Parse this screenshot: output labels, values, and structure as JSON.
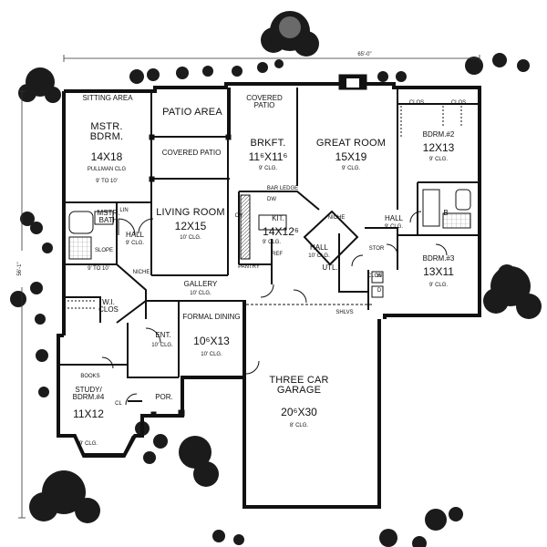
{
  "rooms": {
    "sitting_area": "SITTING AREA",
    "mstr_bdrm": {
      "name": "MSTR. BDRM.",
      "size": "14X18",
      "ceiling": "PULLMAN CLG",
      "note": "9' TO 10'"
    },
    "patio_area": "PATIO AREA",
    "covered_patio_top": "COVERED PATIO",
    "covered_patio_mid": "COVERED PATIO",
    "brkft": {
      "name": "BRKFT.",
      "size": "11⁶X11⁶",
      "ceiling": "9' CLG."
    },
    "great_room": {
      "name": "GREAT ROOM",
      "size": "15X19",
      "ceiling": "9' CLG."
    },
    "bdrm2": {
      "name": "BDRM.#2",
      "size": "12X13",
      "ceiling": "9' CLG."
    },
    "bdrm3": {
      "name": "BDRM.#3",
      "size": "13X11",
      "ceiling": "9' CLG."
    },
    "living_room": {
      "name": "LIVING ROOM",
      "size": "12X15",
      "ceiling": "10' CLG."
    },
    "kit": {
      "name": "KIT.",
      "size": "14X12⁶",
      "ceiling": "9' CLG."
    },
    "mstr_bath": "MSTR. BATH",
    "gallery": {
      "name": "GALLERY",
      "ceiling": "10' CLG."
    },
    "formal_dining": {
      "name": "FORMAL DINING",
      "size": "10⁶X13",
      "ceiling": "10' CLG."
    },
    "three_car_garage": {
      "name": "THREE CAR GARAGE",
      "size": "20⁶X30",
      "ceiling": "8' CLG."
    },
    "ent": {
      "name": "ENT.",
      "ceiling": "10' CLG."
    },
    "study": {
      "name": "STUDY/ BDRM.#4",
      "size": "11X12",
      "ceiling": "9' CLG."
    },
    "por": "POR.",
    "util": "UTL."
  },
  "small_labels": {
    "hall_left": "HALL",
    "hall_left_clg": "9' CLG.",
    "hall_right": "HALL",
    "hall_right_clg": "9' CLG.",
    "hall_kit": "HALL",
    "hall_kit_clg": "10' CLG.",
    "slope": "SLOPE",
    "bath_clg": "9' TO 10'",
    "wi_clos": "W.I. CLOS",
    "niche_left": "NICHE",
    "niche_right": "NICHE",
    "lin": "LIN",
    "clos_a": "CLOS",
    "clos_b": "CLOS",
    "clos_c": "CLOS",
    "bar_ledge": "BAR LEDGE",
    "dw": "DW",
    "ov": "OV",
    "ref": "REF",
    "pantry": "PANTRY",
    "stor": "STOR",
    "shlvs": "SHLVS",
    "books": "BOOKS",
    "cl": "CL",
    "b": "B",
    "w": "W",
    "d": "D"
  },
  "dimensions": {
    "overall_width": "65'-0\"",
    "overall_depth": "56'-1\""
  },
  "colors": {
    "ink": "#111111",
    "paper": "#ffffff",
    "tile": "#bdbdbd"
  }
}
